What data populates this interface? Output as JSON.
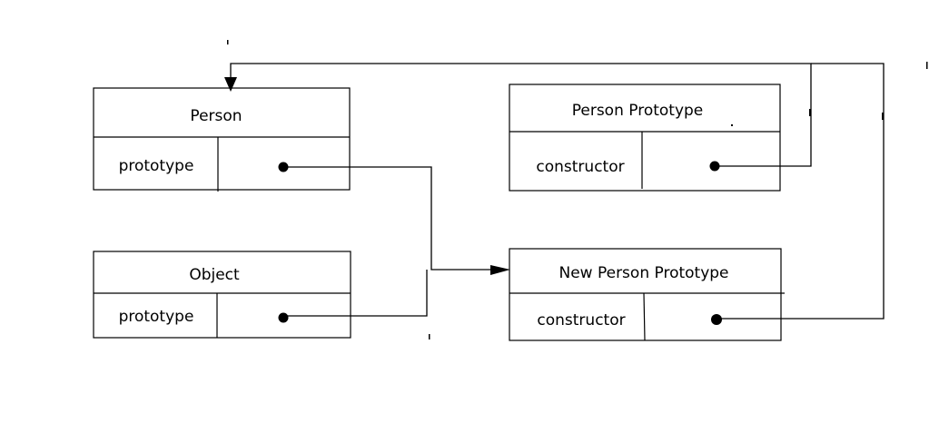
{
  "boxes": {
    "person": {
      "title": "Person",
      "field": "prototype"
    },
    "object": {
      "title": "Object",
      "field": "prototype"
    },
    "person_prototype": {
      "title": "Person Prototype",
      "field": "constructor"
    },
    "new_person_prototype": {
      "title": "New Person Prototype",
      "field": "constructor"
    }
  },
  "colors": {
    "stroke": "#000000",
    "background": "#ffffff"
  }
}
